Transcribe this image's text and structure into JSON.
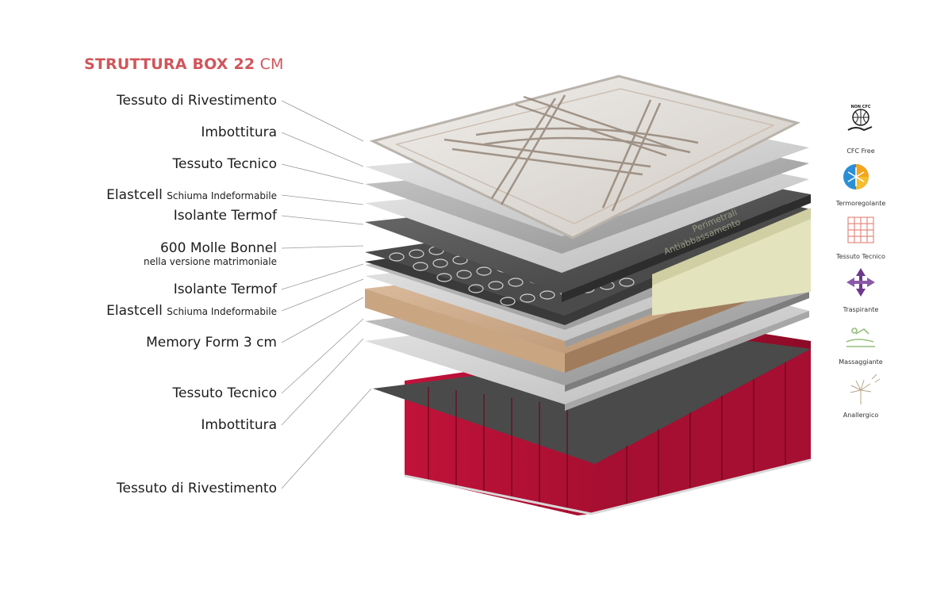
{
  "title": {
    "strong": "STRUTTURA BOX 22",
    "unit": "CM"
  },
  "accent_color": "#d1555a",
  "layers": [
    {
      "label": "Tessuto di Rivestimento"
    },
    {
      "label": "Imbottitura"
    },
    {
      "label": "Tessuto Tecnico"
    },
    {
      "label": "Elastcell",
      "detail": "Schiuma Indeformabile"
    },
    {
      "label": "Isolante Termof"
    },
    {
      "label": "600 Molle Bonnel",
      "sub": "nella versione matrimoniale"
    },
    {
      "label": "Isolante Termof"
    },
    {
      "label": "Elastcell",
      "detail": "Schiuma Indeformabile"
    },
    {
      "label": "Memory Form 3 cm"
    },
    {
      "label": "Tessuto Tecnico"
    },
    {
      "label": "Imbottitura"
    },
    {
      "label": "Tessuto di Rivestimento"
    }
  ],
  "perimeter_label": {
    "line1": "Perimetrali",
    "line2": "Antiabbassamento"
  },
  "badges": [
    {
      "icon": "cfc-free-icon",
      "text": "CFC Free",
      "icon_text": "NON CFC"
    },
    {
      "icon": "termoregolante-icon",
      "text": "Termoregolante"
    },
    {
      "icon": "tessuto-tecnico-icon",
      "text": "Tessuto Tecnico"
    },
    {
      "icon": "traspirante-icon",
      "text": "Traspirante"
    },
    {
      "icon": "massaggiante-icon",
      "text": "Massaggiante"
    },
    {
      "icon": "anallergico-icon",
      "text": "Anallergico"
    }
  ]
}
